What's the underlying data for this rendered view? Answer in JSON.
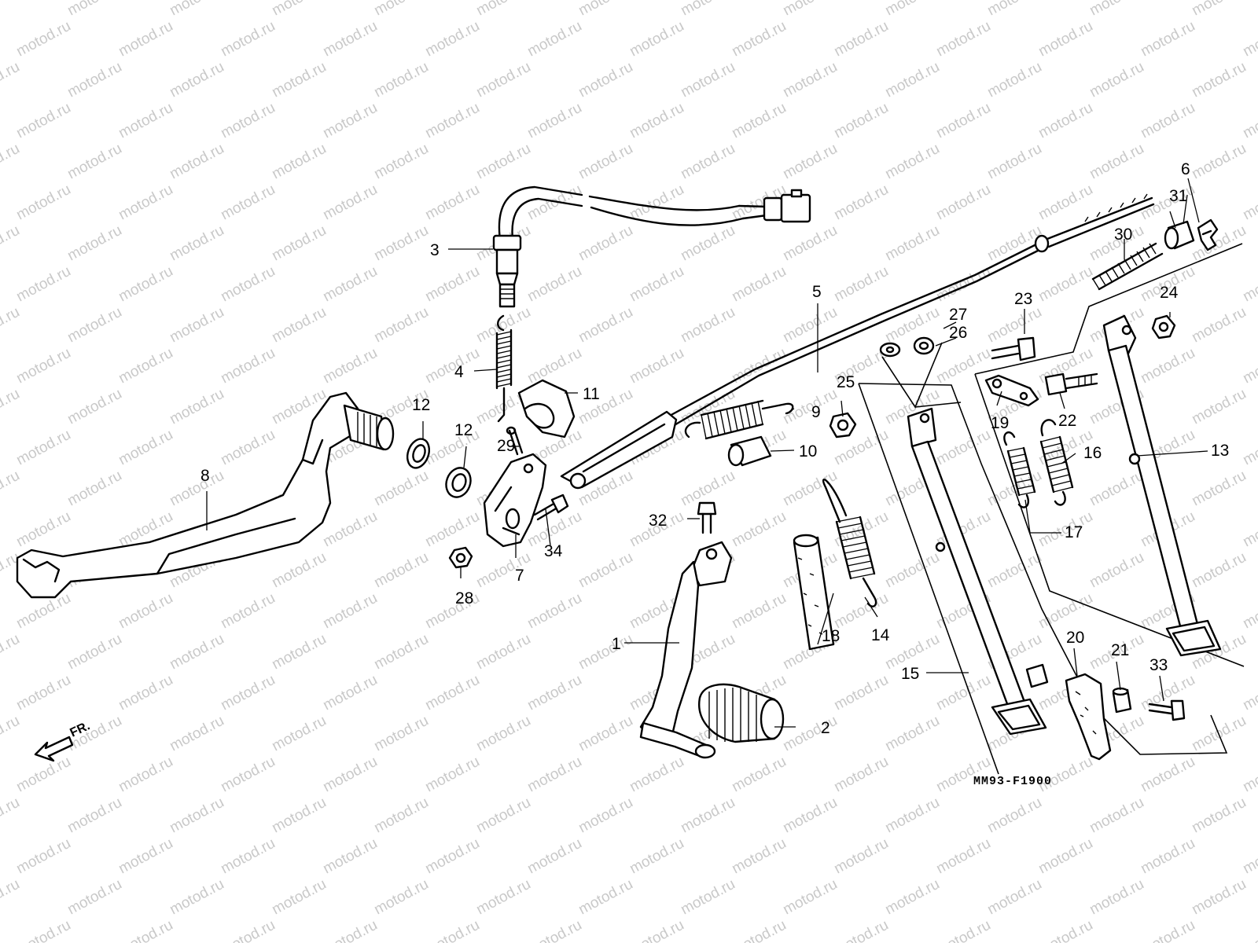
{
  "watermark": "motod.ru",
  "diagram_code": "MM93-F1900",
  "direction_label": "FR.",
  "callouts": [
    "1",
    "2",
    "3",
    "4",
    "5",
    "6",
    "7",
    "8",
    "9",
    "10",
    "11",
    "12",
    "12",
    "13",
    "14",
    "15",
    "16",
    "17",
    "18",
    "19",
    "20",
    "21",
    "22",
    "23",
    "24",
    "25",
    "26",
    "27",
    "28",
    "29",
    "30",
    "31",
    "32",
    "33",
    "34"
  ]
}
